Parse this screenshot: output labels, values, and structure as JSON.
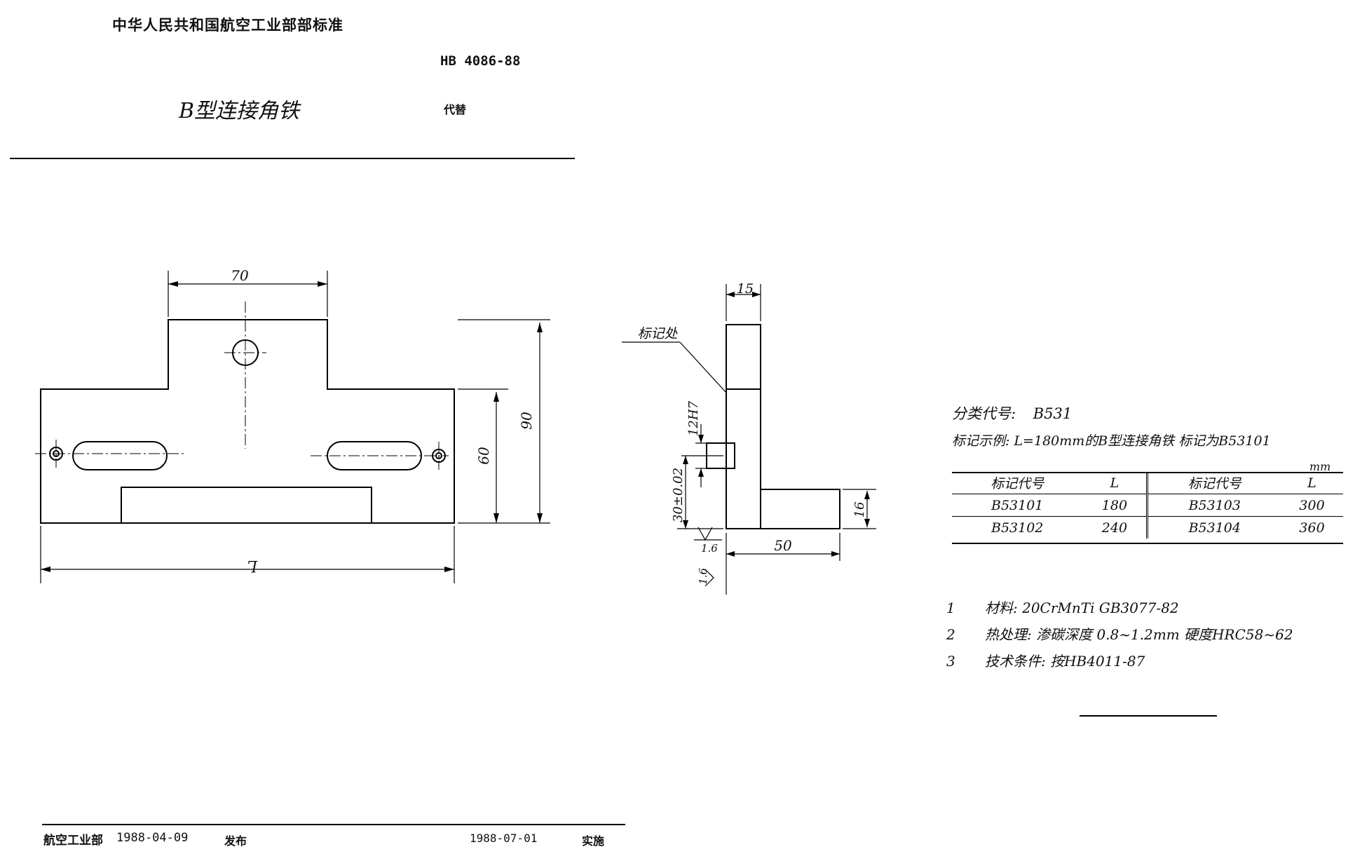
{
  "header": {
    "organization": "中华人民共和国航空工业部部标准",
    "standard_no": "HB 4086-88",
    "title": "B型连接角铁",
    "replaces_label": "代替"
  },
  "drawing": {
    "front_view": {
      "dim_top_width": "70",
      "dim_height_total": "90",
      "dim_height_body": "60",
      "dim_length": "L"
    },
    "side_view": {
      "dim_thickness": "15",
      "marking_label": "标记处",
      "dim_slot": "12H7",
      "dim_center_height": "30±0.02",
      "dim_base_width": "50",
      "dim_base_height": "16",
      "roughness_a": "1.6",
      "roughness_b": "1.6"
    }
  },
  "classification": {
    "label": "分类代号:",
    "value": "B531"
  },
  "marking_example": {
    "text": "标记示例: L=180mm的B型连接角铁 标记为B53101"
  },
  "spec_table": {
    "unit": "mm",
    "headers": [
      "标记代号",
      "L",
      "标记代号",
      "L"
    ],
    "rows": [
      [
        "B53101",
        "180",
        "B53103",
        "300"
      ],
      [
        "B53102",
        "240",
        "B53104",
        "360"
      ]
    ]
  },
  "notes": [
    {
      "num": "1",
      "text": "材料: 20CrMnTi GB3077-82"
    },
    {
      "num": "2",
      "text": "热处理: 渗碳深度 0.8~1.2mm 硬度HRC58~62"
    },
    {
      "num": "3",
      "text": "技术条件: 按HB4011-87"
    }
  ],
  "footer": {
    "issuer": "航空工业部",
    "issue_date": "1988-04-09",
    "issue_label": "发布",
    "effective_date": "1988-07-01",
    "effective_label": "实施"
  }
}
